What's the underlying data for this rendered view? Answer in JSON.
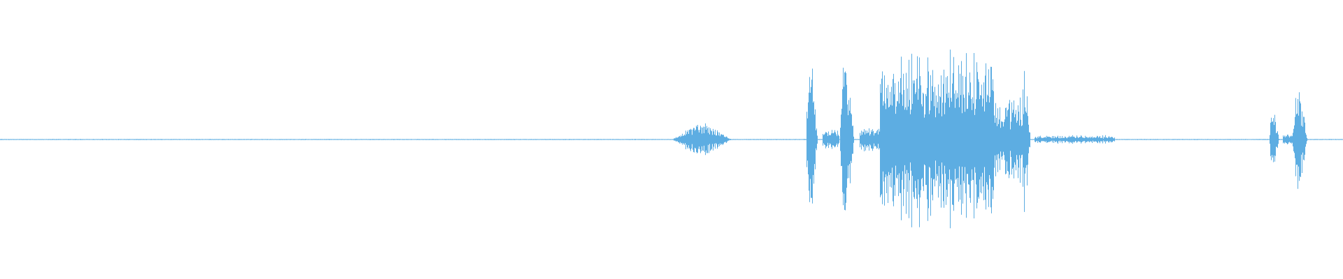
{
  "waveform": {
    "color": "#5dade2",
    "background": "#ffffff",
    "segments": [
      {
        "start": 0.0,
        "end": 0.5,
        "amp": 0.004,
        "shape": "flat"
      },
      {
        "start": 0.5,
        "end": 0.545,
        "amp": 0.14,
        "shape": "bump"
      },
      {
        "start": 0.545,
        "end": 0.6,
        "amp": 0.004,
        "shape": "flat"
      },
      {
        "start": 0.6,
        "end": 0.612,
        "amp": 0.88,
        "shape": "spike"
      },
      {
        "start": 0.612,
        "end": 0.625,
        "amp": 0.08,
        "shape": "flat"
      },
      {
        "start": 0.625,
        "end": 0.64,
        "amp": 0.9,
        "shape": "spike"
      },
      {
        "start": 0.64,
        "end": 0.655,
        "amp": 0.1,
        "shape": "flat"
      },
      {
        "start": 0.655,
        "end": 0.705,
        "amp": 0.8,
        "shape": "burst"
      },
      {
        "start": 0.705,
        "end": 0.74,
        "amp": 0.88,
        "shape": "burst"
      },
      {
        "start": 0.74,
        "end": 0.76,
        "amp": 0.4,
        "shape": "burst"
      },
      {
        "start": 0.76,
        "end": 0.77,
        "amp": 0.7,
        "shape": "spike"
      },
      {
        "start": 0.77,
        "end": 0.83,
        "amp": 0.04,
        "shape": "noise"
      },
      {
        "start": 0.83,
        "end": 0.945,
        "amp": 0.004,
        "shape": "flat"
      },
      {
        "start": 0.945,
        "end": 0.955,
        "amp": 0.33,
        "shape": "spike"
      },
      {
        "start": 0.955,
        "end": 0.962,
        "amp": 0.04,
        "shape": "flat"
      },
      {
        "start": 0.962,
        "end": 0.978,
        "amp": 0.52,
        "shape": "spike"
      },
      {
        "start": 0.978,
        "end": 1.0,
        "amp": 0.004,
        "shape": "flat"
      }
    ]
  }
}
